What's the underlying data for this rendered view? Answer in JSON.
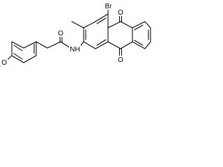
{
  "molecule": {
    "atoms": {
      "bromine": "Br",
      "quinone_oxygen_top": "O",
      "quinone_oxygen_bottom": "O",
      "amide_nitrogen": "NH",
      "amide_oxygen": "O",
      "methoxy_oxygen": "O"
    }
  }
}
